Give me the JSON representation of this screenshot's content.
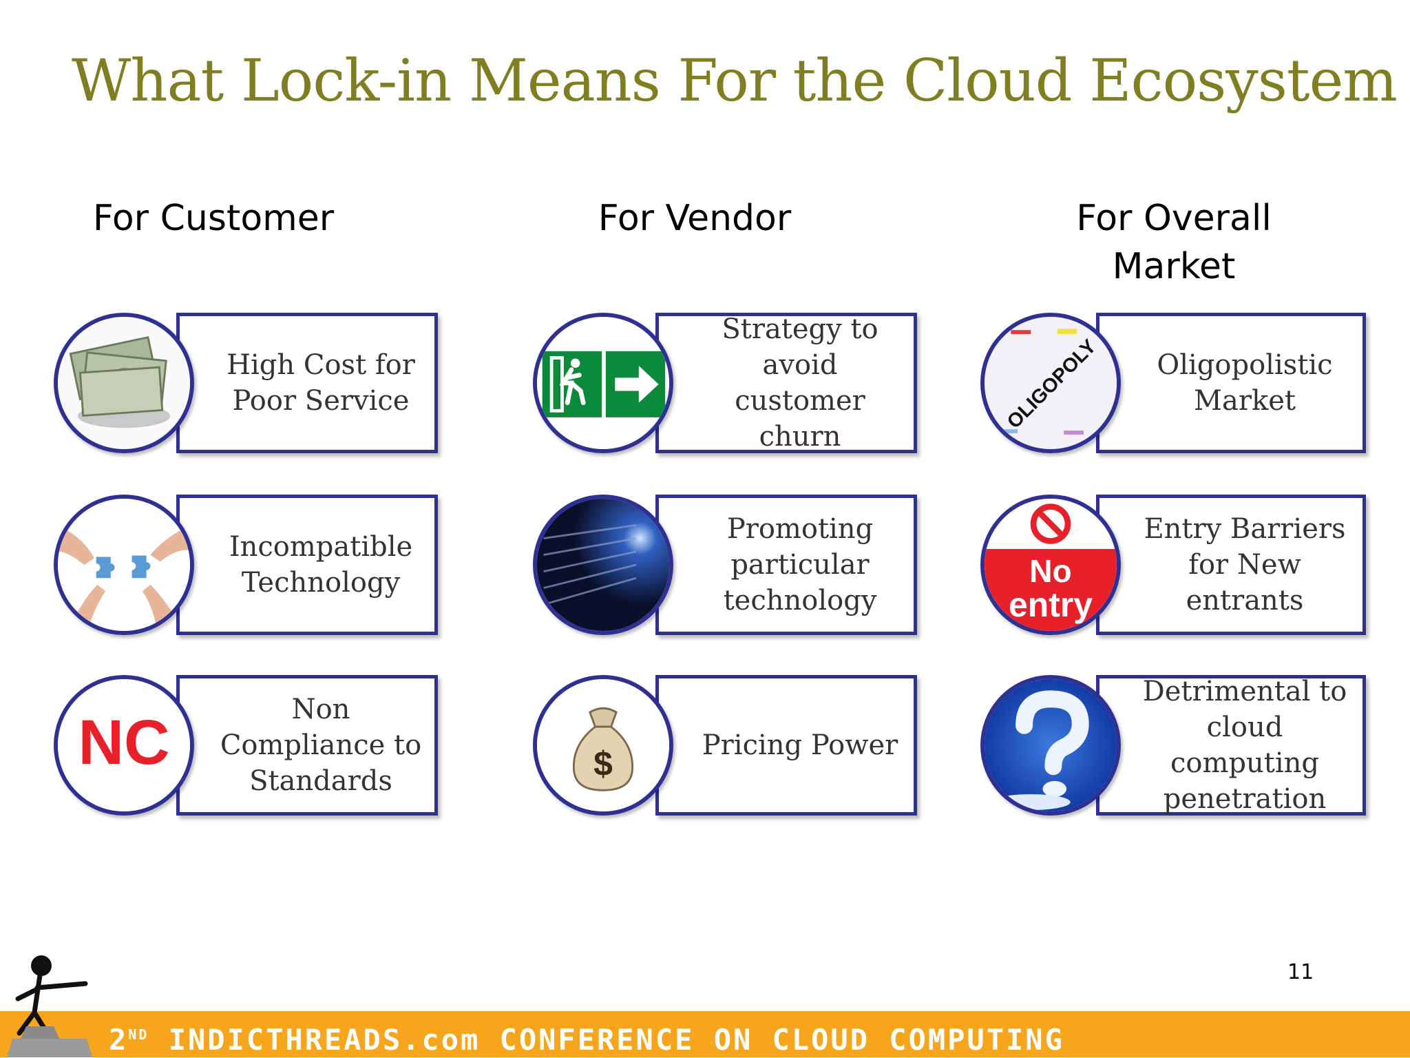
{
  "title": "What Lock-in Means For the Cloud Ecosystem",
  "columns": [
    {
      "heading": "For Customer",
      "items": [
        {
          "label": "High Cost for\nPoor Service",
          "icon": "money-icon"
        },
        {
          "label": "Incompatible\nTechnology",
          "icon": "puzzle-icon"
        },
        {
          "label": "Non\nCompliance to\nStandards",
          "icon": "nc-icon",
          "icon_text": "NC"
        }
      ]
    },
    {
      "heading": "For Vendor",
      "items": [
        {
          "label": "Strategy to\navoid\ncustomer\nchurn",
          "icon": "exit-sign-icon"
        },
        {
          "label": "Promoting\nparticular\ntechnology",
          "icon": "tech-tunnel-icon"
        },
        {
          "label": "Pricing Power",
          "icon": "money-bag-icon",
          "icon_text": "$"
        }
      ]
    },
    {
      "heading": "For Overall\nMarket",
      "items": [
        {
          "label": "Oligopolistic\nMarket",
          "icon": "oligopoly-icon",
          "icon_text": "OLIGOPOLY"
        },
        {
          "label": "Entry Barriers\nfor New\nentrants",
          "icon": "no-entry-icon",
          "icon_text_1": "No",
          "icon_text_2": "entry"
        },
        {
          "label": "Detrimental to\ncloud\ncomputing\npenetration",
          "icon": "cloud-question-icon"
        }
      ]
    }
  ],
  "page_number": "11",
  "footer": {
    "ordinal": "2",
    "ordinal_suffix": "ND",
    "text": "INDICTHREADS.com CONFERENCE ON CLOUD COMPUTING"
  },
  "colors": {
    "title": "#7f7f22",
    "border": "#2e3192",
    "footer": "#f7a51c",
    "nc_red": "#e8202a"
  }
}
